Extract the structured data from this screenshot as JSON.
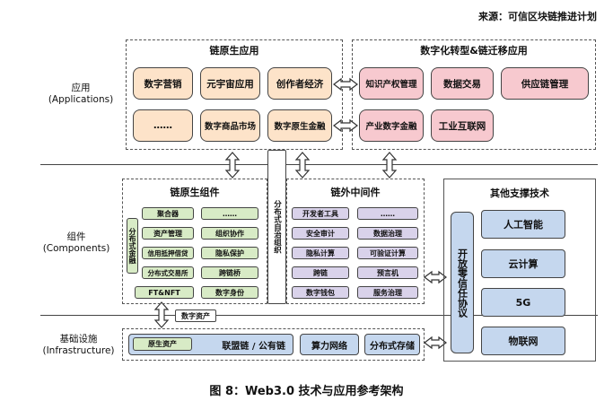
{
  "source": "来源：可信区块链推进计划",
  "caption": "图 8：Web3.0 技术与应用参考架构",
  "layers": {
    "applications": [
      "应用",
      "(Applications)"
    ],
    "components": [
      "组件",
      "(Components)"
    ],
    "infrastructure": [
      "基础设施",
      "(Infrastructure)"
    ]
  },
  "chain_native_apps": {
    "title": "链原生应用",
    "items": [
      "数字营销",
      "元宇宙应用",
      "创作者经济",
      "……",
      "数字商品市场",
      "数字原生金融"
    ]
  },
  "digital_transform": {
    "title": "数字化转型&链迁移应用",
    "items": [
      "知识产权管理",
      "数据交易",
      "供应链管理",
      "产业数字金融",
      "工业互联网"
    ]
  },
  "chain_native_components": {
    "title": "链原生组件",
    "side_label": "分布式金融",
    "items": [
      "聚合器",
      "……",
      "资产管理",
      "组织协作",
      "信用抵押借贷",
      "隐私保护",
      "分布式交易所",
      "跨链桥",
      "FT&NFT",
      "数字身份"
    ]
  },
  "dao_label": "分布式自治组织",
  "offchain_middleware": {
    "title": "链外中间件",
    "items": [
      "开发者工具",
      "……",
      "安全审计",
      "数据治理",
      "隐私计算",
      "可验证计算",
      "跨链",
      "预言机",
      "数字钱包",
      "服务治理"
    ]
  },
  "other_tech": {
    "title": "其他支撑技术",
    "protocol": "开放零信任协议",
    "items": [
      "人工智能",
      "云计算",
      "5G",
      "物联网"
    ]
  },
  "digital_asset_label": "数字资产",
  "infrastructure": {
    "native_asset": "原生资产",
    "consortium_chain": "联盟链 / 公有链",
    "computing_network": "算力网络",
    "distributed_storage": "分布式存储"
  },
  "colors": {
    "orange": "#fde3c9",
    "pink": "#f7c9cf",
    "green": "#d8ebc6",
    "purple": "#d9d2ea",
    "blue": "#c5d7ee"
  }
}
